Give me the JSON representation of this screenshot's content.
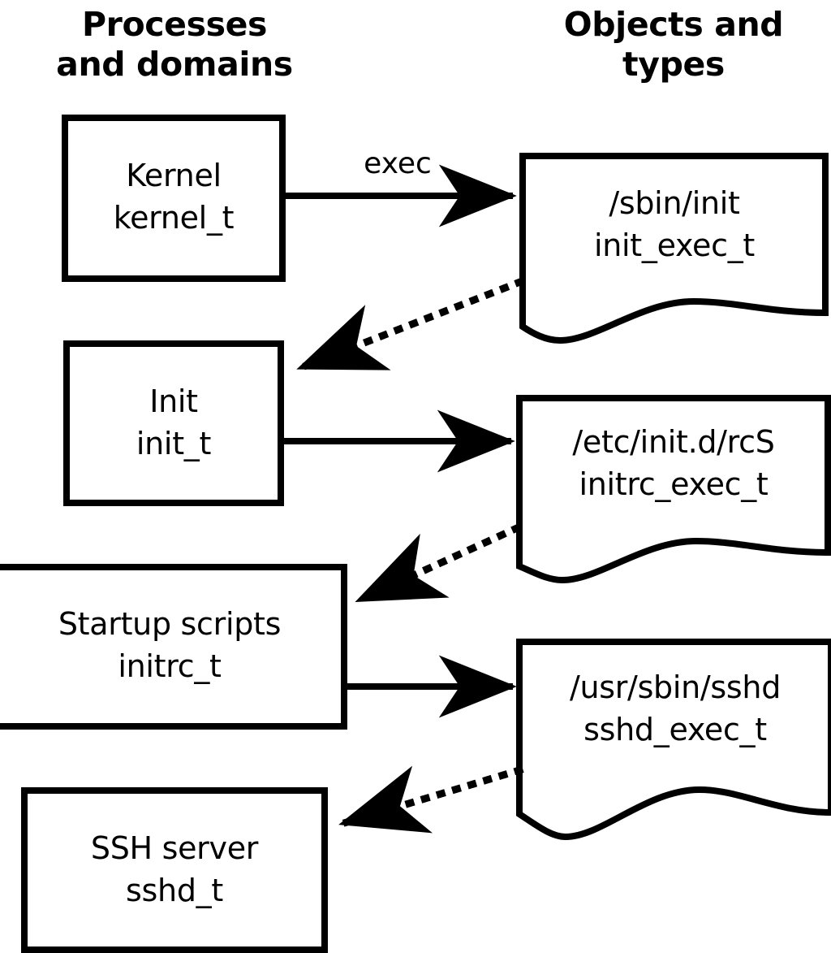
{
  "diagram": {
    "title_left": "Processes\nand domains",
    "title_right": "Objects and\ntypes",
    "stroke_color": "#000000",
    "fill_color": "#ffffff",
    "background": "#ffffff"
  },
  "processes": [
    {
      "id": "kernel",
      "name": "Kernel",
      "type": "kernel_t"
    },
    {
      "id": "init",
      "name": "Init",
      "type": "init_t"
    },
    {
      "id": "initrc",
      "name": "Startup scripts",
      "type": "initrc_t"
    },
    {
      "id": "sshd",
      "name": "SSH server",
      "type": "sshd_t"
    }
  ],
  "objects": [
    {
      "id": "init_exec",
      "path": "/sbin/init",
      "type": "init_exec_t"
    },
    {
      "id": "initrc_exec",
      "path": "/etc/init.d/rcS",
      "type": "initrc_exec_t"
    },
    {
      "id": "sshd_exec",
      "path": "/usr/sbin/sshd",
      "type": "sshd_exec_t"
    }
  ],
  "process_labels": [
    "Kernel\nkernel_t",
    "Init\ninit_t",
    "Startup scripts\ninitrc_t",
    "SSH server\nsshd_t"
  ],
  "object_labels": [
    "/sbin/init\ninit_exec_t",
    "/etc/init.d/rcS\ninitrc_exec_t",
    "/usr/sbin/sshd\nsshd_exec_t"
  ],
  "edges": [
    {
      "id": "exec1",
      "from": "kernel",
      "to": "init_exec",
      "style": "solid",
      "label": "exec"
    },
    {
      "id": "tran1",
      "from": "init_exec",
      "to": "init",
      "style": "dotted",
      "label": ""
    },
    {
      "id": "exec2",
      "from": "init",
      "to": "initrc_exec",
      "style": "solid",
      "label": ""
    },
    {
      "id": "tran2",
      "from": "initrc_exec",
      "to": "initrc",
      "style": "dotted",
      "label": ""
    },
    {
      "id": "exec3",
      "from": "initrc",
      "to": "sshd_exec",
      "style": "solid",
      "label": ""
    },
    {
      "id": "tran3",
      "from": "sshd_exec",
      "to": "sshd",
      "style": "dotted",
      "label": ""
    }
  ]
}
